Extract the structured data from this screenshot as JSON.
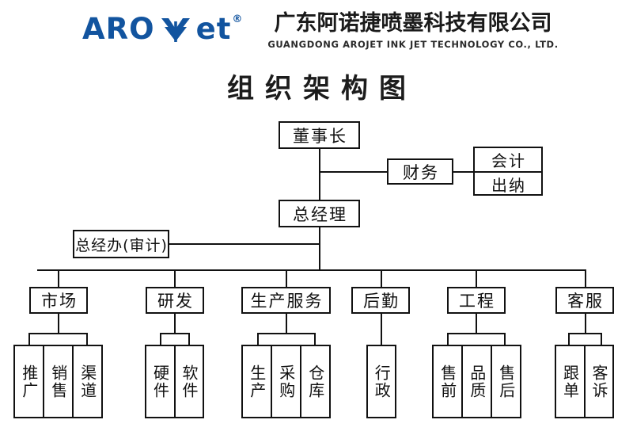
{
  "header": {
    "logo": {
      "word_left": "ARO",
      "word_right": "et",
      "registered_mark": "®",
      "leaf_icon": "arojet-leaf-icon",
      "color": "#12549f"
    },
    "company_name_cn": "广东阿诺捷喷墨科技有限公司",
    "company_name_en": "GUANGDONG AROJET INK JET TECHNOLOGY CO., LTD."
  },
  "chart_title": "组织架构图",
  "chart_data": {
    "type": "diagram",
    "title": "组织架构图",
    "nodes": {
      "chairman": "董事长",
      "finance": "财务",
      "accounting": "会计",
      "cashier": "出纳",
      "general_manager": "总经理",
      "gm_office": "总经办(审计)"
    },
    "departments": [
      {
        "label": "市场",
        "children": [
          "推广",
          "销售",
          "渠道"
        ]
      },
      {
        "label": "研发",
        "children": [
          "硬件",
          "软件"
        ]
      },
      {
        "label": "生产服务",
        "children": [
          "生产",
          "采购",
          "仓库"
        ]
      },
      {
        "label": "后勤",
        "children": [
          "行政"
        ]
      },
      {
        "label": "工程",
        "children": [
          "售前",
          "品质",
          "售后"
        ]
      },
      {
        "label": "客服",
        "children": [
          "跟单",
          "客诉"
        ]
      }
    ]
  }
}
